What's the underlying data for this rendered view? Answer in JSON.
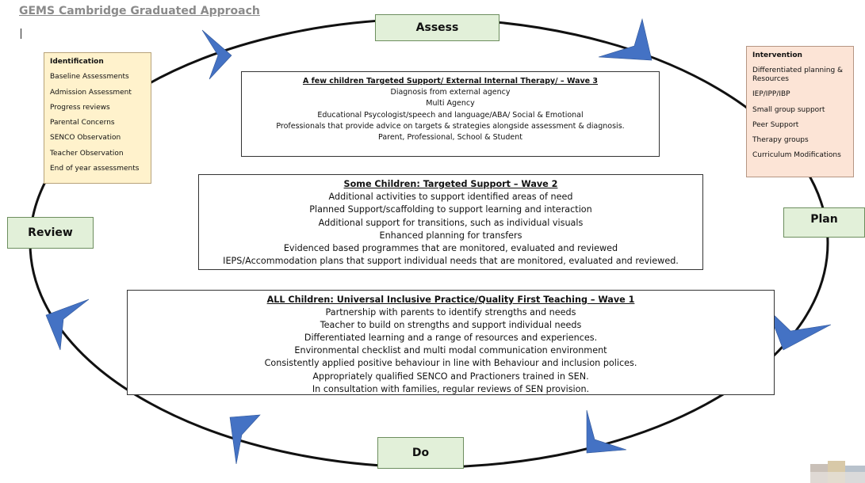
{
  "title": "GEMS Cambridge Graduated Approach",
  "cursor": "|",
  "stages": {
    "assess": "Assess",
    "plan": "Plan",
    "do": "Do",
    "review": "Review"
  },
  "identification": {
    "heading": "Identification",
    "items": [
      "Baseline Assessments",
      "Admission Assessment",
      "Progress reviews",
      "Parental Concerns",
      "SENCO Observation",
      "Teacher Observation",
      "End of year assessments"
    ]
  },
  "intervention": {
    "heading": "Intervention",
    "items": [
      "Differentiated planning & Resources",
      "IEP/IPP/IBP",
      "Small group support",
      "Peer Support",
      "Therapy groups",
      "Curriculum Modifications"
    ]
  },
  "wave3": {
    "heading": "A few children Targeted Support/ External Internal Therapy/ – Wave 3",
    "lines": [
      "Diagnosis from external agency",
      "Multi Agency",
      "Educational Psycologist/speech and language/ABA/ Social & Emotional",
      "Professionals that provide advice on targets & strategies alongside assessment & diagnosis.",
      "Parent, Professional, School & Student"
    ]
  },
  "wave2": {
    "heading": "Some Children: Targeted Support – Wave 2",
    "lines": [
      "Additional activities to support identified areas of need",
      "Planned Support/scaffolding to support learning and interaction",
      "Additional support for transitions, such as individual visuals",
      "Enhanced planning for transfers",
      "Evidenced based programmes that are monitored, evaluated and reviewed",
      "IEPS/Accommodation plans that support individual needs that are monitored, evaluated and reviewed."
    ]
  },
  "wave1": {
    "heading": "ALL Children: Universal Inclusive Practice/Quality First Teaching – Wave 1",
    "lines": [
      "Partnership with parents to identify strengths and needs",
      "Teacher to build on strengths and support individual needs",
      "Differentiated learning and a range of resources and experiences.",
      "Environmental checklist and multi modal communication environment",
      "Consistently applied positive behaviour in line with Behaviour and inclusion polices.",
      "Appropriately qualified SENCO and Practioners trained in SEN.",
      "In consultation with families, regular reviews of SEN provision."
    ]
  },
  "colors": {
    "arrow": "#4472c4",
    "stage_fill": "#e2f0d9",
    "identification_fill": "#fff2cc",
    "intervention_fill": "#fce4d6"
  },
  "icons": [
    "chevron-arrow-icon",
    "cambridge-logo-watermark"
  ]
}
